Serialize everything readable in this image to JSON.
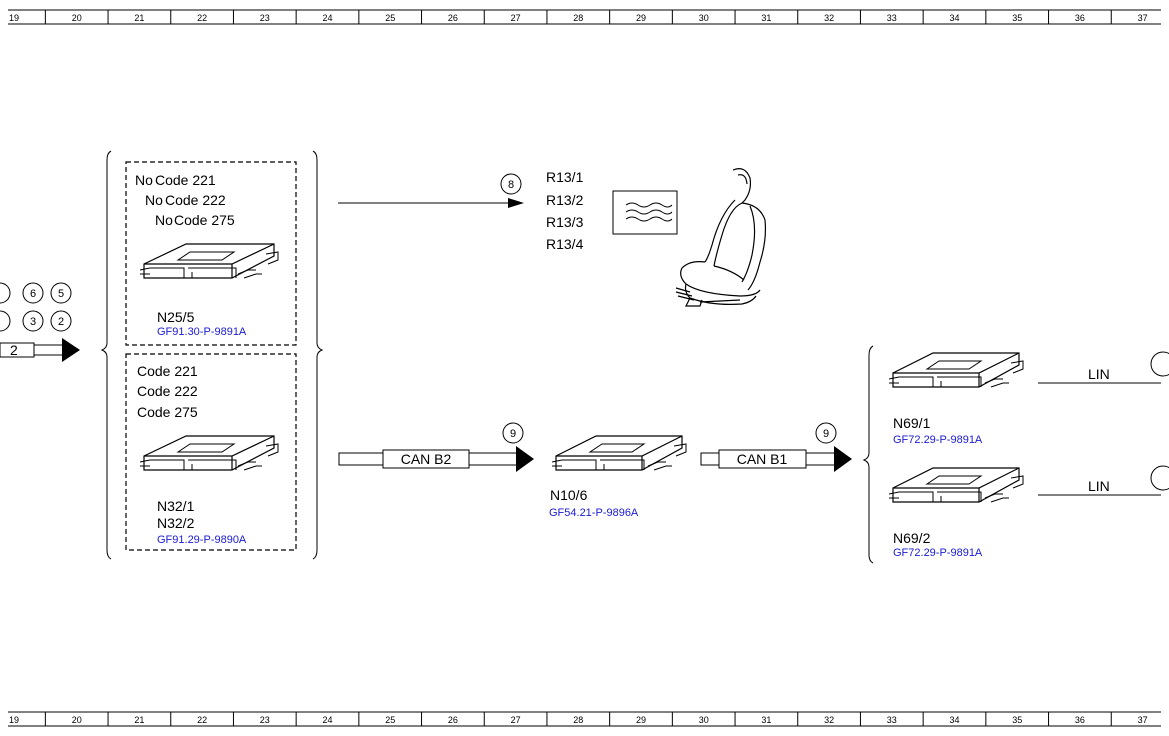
{
  "ruler": {
    "top": [
      "19",
      "20",
      "21",
      "22",
      "23",
      "24",
      "25",
      "26",
      "27",
      "28",
      "29",
      "30",
      "31",
      "32",
      "33",
      "34",
      "35",
      "36",
      "37"
    ],
    "bottom": [
      "19",
      "20",
      "21",
      "22",
      "23",
      "24",
      "25",
      "26",
      "27",
      "28",
      "29",
      "30",
      "31",
      "32",
      "33",
      "34",
      "35",
      "36",
      "37"
    ]
  },
  "left_connectors": {
    "row1": [
      "6",
      "5"
    ],
    "row2": [
      "3",
      "2"
    ],
    "arrow_label": "2"
  },
  "box_top": {
    "conditions": [
      {
        "prefix": "No",
        "text": "Code 221"
      },
      {
        "prefix": "No",
        "text": "Code 222"
      },
      {
        "prefix": "No",
        "text": "Code 275"
      }
    ],
    "component": "N25/5",
    "ref": "GF91.30-P-9891A"
  },
  "box_bottom": {
    "conditions": [
      "Code 221",
      "Code 222",
      "Code 275"
    ],
    "components": [
      "N32/1",
      "N32/2"
    ],
    "ref": "GF91.29-P-9890A"
  },
  "arrow_to_seat": {
    "badge": "8"
  },
  "seat": {
    "labels": [
      "R13/1",
      "R13/2",
      "R13/3",
      "R13/4"
    ]
  },
  "can_b2": {
    "label": "CAN B2",
    "badge": "9"
  },
  "n10": {
    "component": "N10/6",
    "ref": "GF54.21-P-9896A"
  },
  "can_b1": {
    "label": "CAN B1",
    "badge": "9"
  },
  "n69_1": {
    "component": "N69/1",
    "ref": "GF72.29-P-9891A",
    "bus": "LIN"
  },
  "n69_2": {
    "component": "N69/2",
    "ref": "GF72.29-P-9891A",
    "bus": "LIN"
  }
}
